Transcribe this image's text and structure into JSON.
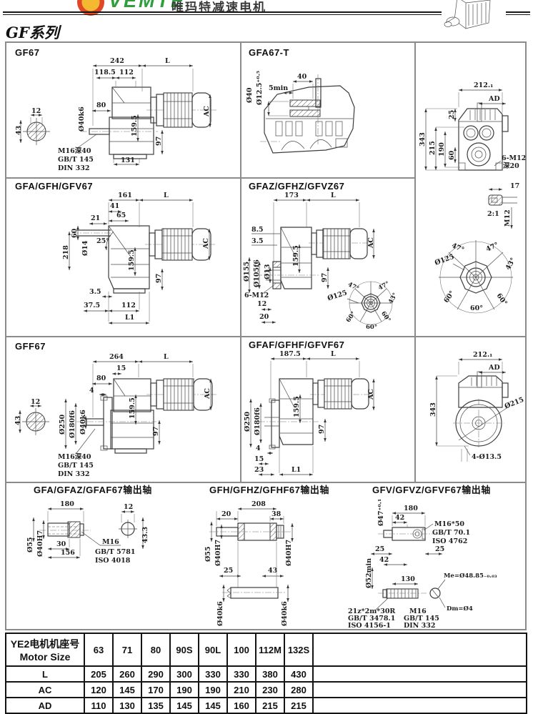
{
  "header": {
    "brand": "VEMTE",
    "brand_cn": "唯玛特减速电机",
    "series_title": "GF系列",
    "logo_red": "#e04727",
    "logo_yellow": "#f5b831",
    "brand_green": "#2f9e3c"
  },
  "drawings": {
    "gf67": {
      "title": "GF67",
      "dims": [
        "242",
        "L",
        "118.5",
        "112",
        "80",
        "Ø40k6",
        "159.5",
        "97",
        "131",
        "AC",
        "12",
        "43"
      ],
      "notes": [
        "M16深40",
        "GB/T 145",
        "DIN 332"
      ]
    },
    "gfa67t": {
      "title": "GFA67-T",
      "dims": [
        "40",
        "5min",
        "Ø40",
        "Ø12.5⁺⁰·⁵"
      ]
    },
    "rear_top": {
      "dims": [
        "212.₁",
        "AD",
        "25",
        "343",
        "215",
        "190",
        "60",
        "17",
        "2:1",
        "M12"
      ],
      "notes": [
        "6-M12",
        "深20"
      ],
      "flange": [
        "Ø125",
        "47°",
        "47°",
        "43°",
        "60°",
        "60°",
        "60°"
      ]
    },
    "gfa67": {
      "title": "GFA/GFH/GFV67",
      "dims": [
        "161",
        "L",
        "41",
        "65",
        "21",
        "60",
        "Ø14",
        "218",
        "25°",
        "159.5",
        "97",
        "AC",
        "3.5",
        "37.5",
        "112",
        "L1"
      ]
    },
    "gfaz67": {
      "title": "GFAZ/GFHZ/GFVZ67",
      "dims": [
        "173",
        "L",
        "8.5",
        "3.5",
        "Ø155",
        "Ø105f6",
        "Ø13",
        "159.5",
        "97",
        "AC",
        "6-M12",
        "12",
        "20"
      ],
      "flange": [
        "Ø125",
        "47°",
        "47°",
        "43°",
        "60°",
        "60°",
        "60°"
      ]
    },
    "gff67": {
      "title": "GFF67",
      "dims": [
        "264",
        "L",
        "15",
        "80",
        "4",
        "Ø250",
        "Ø180f6",
        "Ø40k6",
        "159.5",
        "97",
        "AC",
        "12",
        "43"
      ],
      "notes": [
        "M16深40",
        "GB/T 145",
        "DIN 332"
      ]
    },
    "gfaf67": {
      "title": "GFAF/GFHF/GFVF67",
      "dims": [
        "187.5",
        "L",
        "Ø250",
        "Ø180f6",
        "159.5",
        "97",
        "AC",
        "4",
        "15",
        "23",
        "L1"
      ]
    },
    "rear_bottom": {
      "dims": [
        "212.₁",
        "AD",
        "343",
        "Ø215",
        "4-Ø13.5"
      ]
    },
    "shaft_a": {
      "title": "GFA/GFAZ/GFAF67输出轴",
      "dims": [
        "180",
        "12",
        "Ø55",
        "Ø40H7",
        "30",
        "156",
        "43.3"
      ],
      "notes": [
        "M16",
        "GB/T 5781",
        "ISO 4018"
      ]
    },
    "shaft_h": {
      "title": "GFH/GFHZ/GFHF67输出轴",
      "dims": [
        "208",
        "20",
        "38",
        "Ø55",
        "Ø40H7",
        "Ø40H7",
        "25",
        "43",
        "Ø40k6",
        "Ø40k6"
      ]
    },
    "shaft_v": {
      "title": "GFV/GFVZ/GFVF67输出轴",
      "dims": [
        "Ø47⁺⁰·¹",
        "180",
        "42",
        "25",
        "25",
        "42",
        "Ø52min",
        "130",
        "Me=Ø48.85₋₀.₀₃",
        "Dm=Ø4"
      ],
      "notes_bolt": [
        "M16*50",
        "GB/T 70.1",
        "ISO 4762"
      ],
      "notes_spline": [
        "21z*2m*30R",
        "GB/T 3478.1",
        "ISO 4156-1"
      ],
      "notes_tap": [
        "M16",
        "GB/T 145",
        "DIN 332"
      ]
    }
  },
  "table": {
    "header_cn": "YE2电机机座号",
    "header_en": "Motor Size",
    "sizes": [
      "63",
      "71",
      "80",
      "90S",
      "90L",
      "100",
      "112M",
      "132S"
    ],
    "rows": [
      {
        "label": "L",
        "values": [
          "205",
          "260",
          "290",
          "300",
          "330",
          "330",
          "380",
          "430"
        ]
      },
      {
        "label": "AC",
        "values": [
          "120",
          "145",
          "170",
          "190",
          "190",
          "210",
          "230",
          "280"
        ]
      },
      {
        "label": "AD",
        "values": [
          "110",
          "130",
          "135",
          "145",
          "145",
          "160",
          "215",
          "215"
        ]
      }
    ]
  }
}
